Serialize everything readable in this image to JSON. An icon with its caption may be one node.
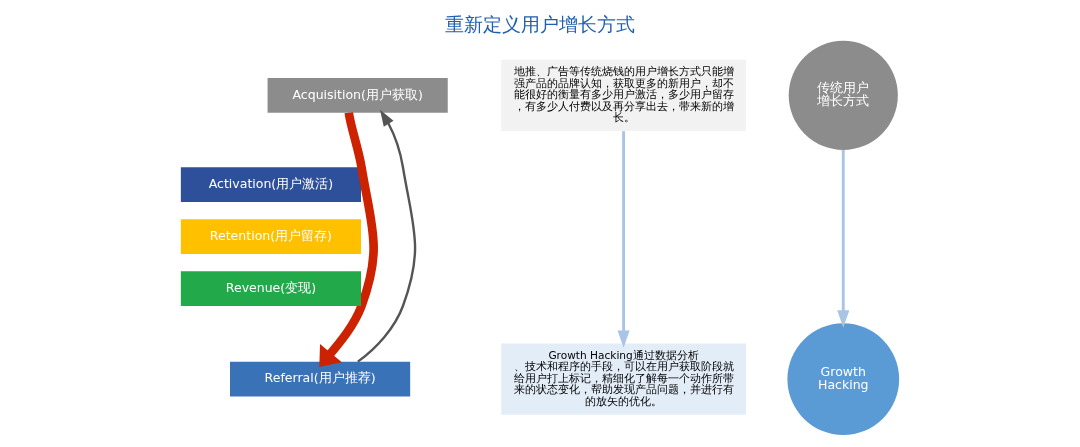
{
  "diagram": {
    "title": "重新定义用户增长方式",
    "nodes": [
      {
        "text": [
          "Acquisition(用户获取)"
        ]
      },
      {
        "text": [
          "Activation(用户激活)"
        ]
      },
      {
        "text": [
          "Retention(用户留存)"
        ]
      },
      {
        "text": [
          "Revenue(变现)"
        ]
      },
      {
        "text": [
          "Referral(用户推荐)"
        ]
      },
      {
        "text": [
          "地推、广告等传统烧钱的用户增长方式只能增强产品的品牌认知，获取更多的新用户，却不能很好的衡量有多少用户激活，多少用户留存，有多少人付费以及再分享出去，带来新的增长。"
        ]
      },
      {
        "text": [
          "传统用户增长方式"
        ]
      },
      {
        "text": [
          "Growth Hacking通过数据分析、技术和程序的手段，可以在用户获取阶段就给用户打上标记，精细化了解每一个动作所带来的状态变化，帮助发现产品问题，并进行有的放矢的优化。"
        ]
      },
      {
        "text": [
          "Growth Hacking"
        ]
      }
    ],
    "edges": [
      {
        "from": 4,
        "to": 0,
        "arrow": "to",
        "color": "#555555"
      },
      {
        "from": 0,
        "to": 4,
        "arrow": "to",
        "style": "thick",
        "color": "#cc2200"
      },
      {
        "from": 5,
        "to": 7,
        "arrow": "to"
      },
      {
        "from": 6,
        "to": 8,
        "arrow": "to"
      }
    ]
  }
}
